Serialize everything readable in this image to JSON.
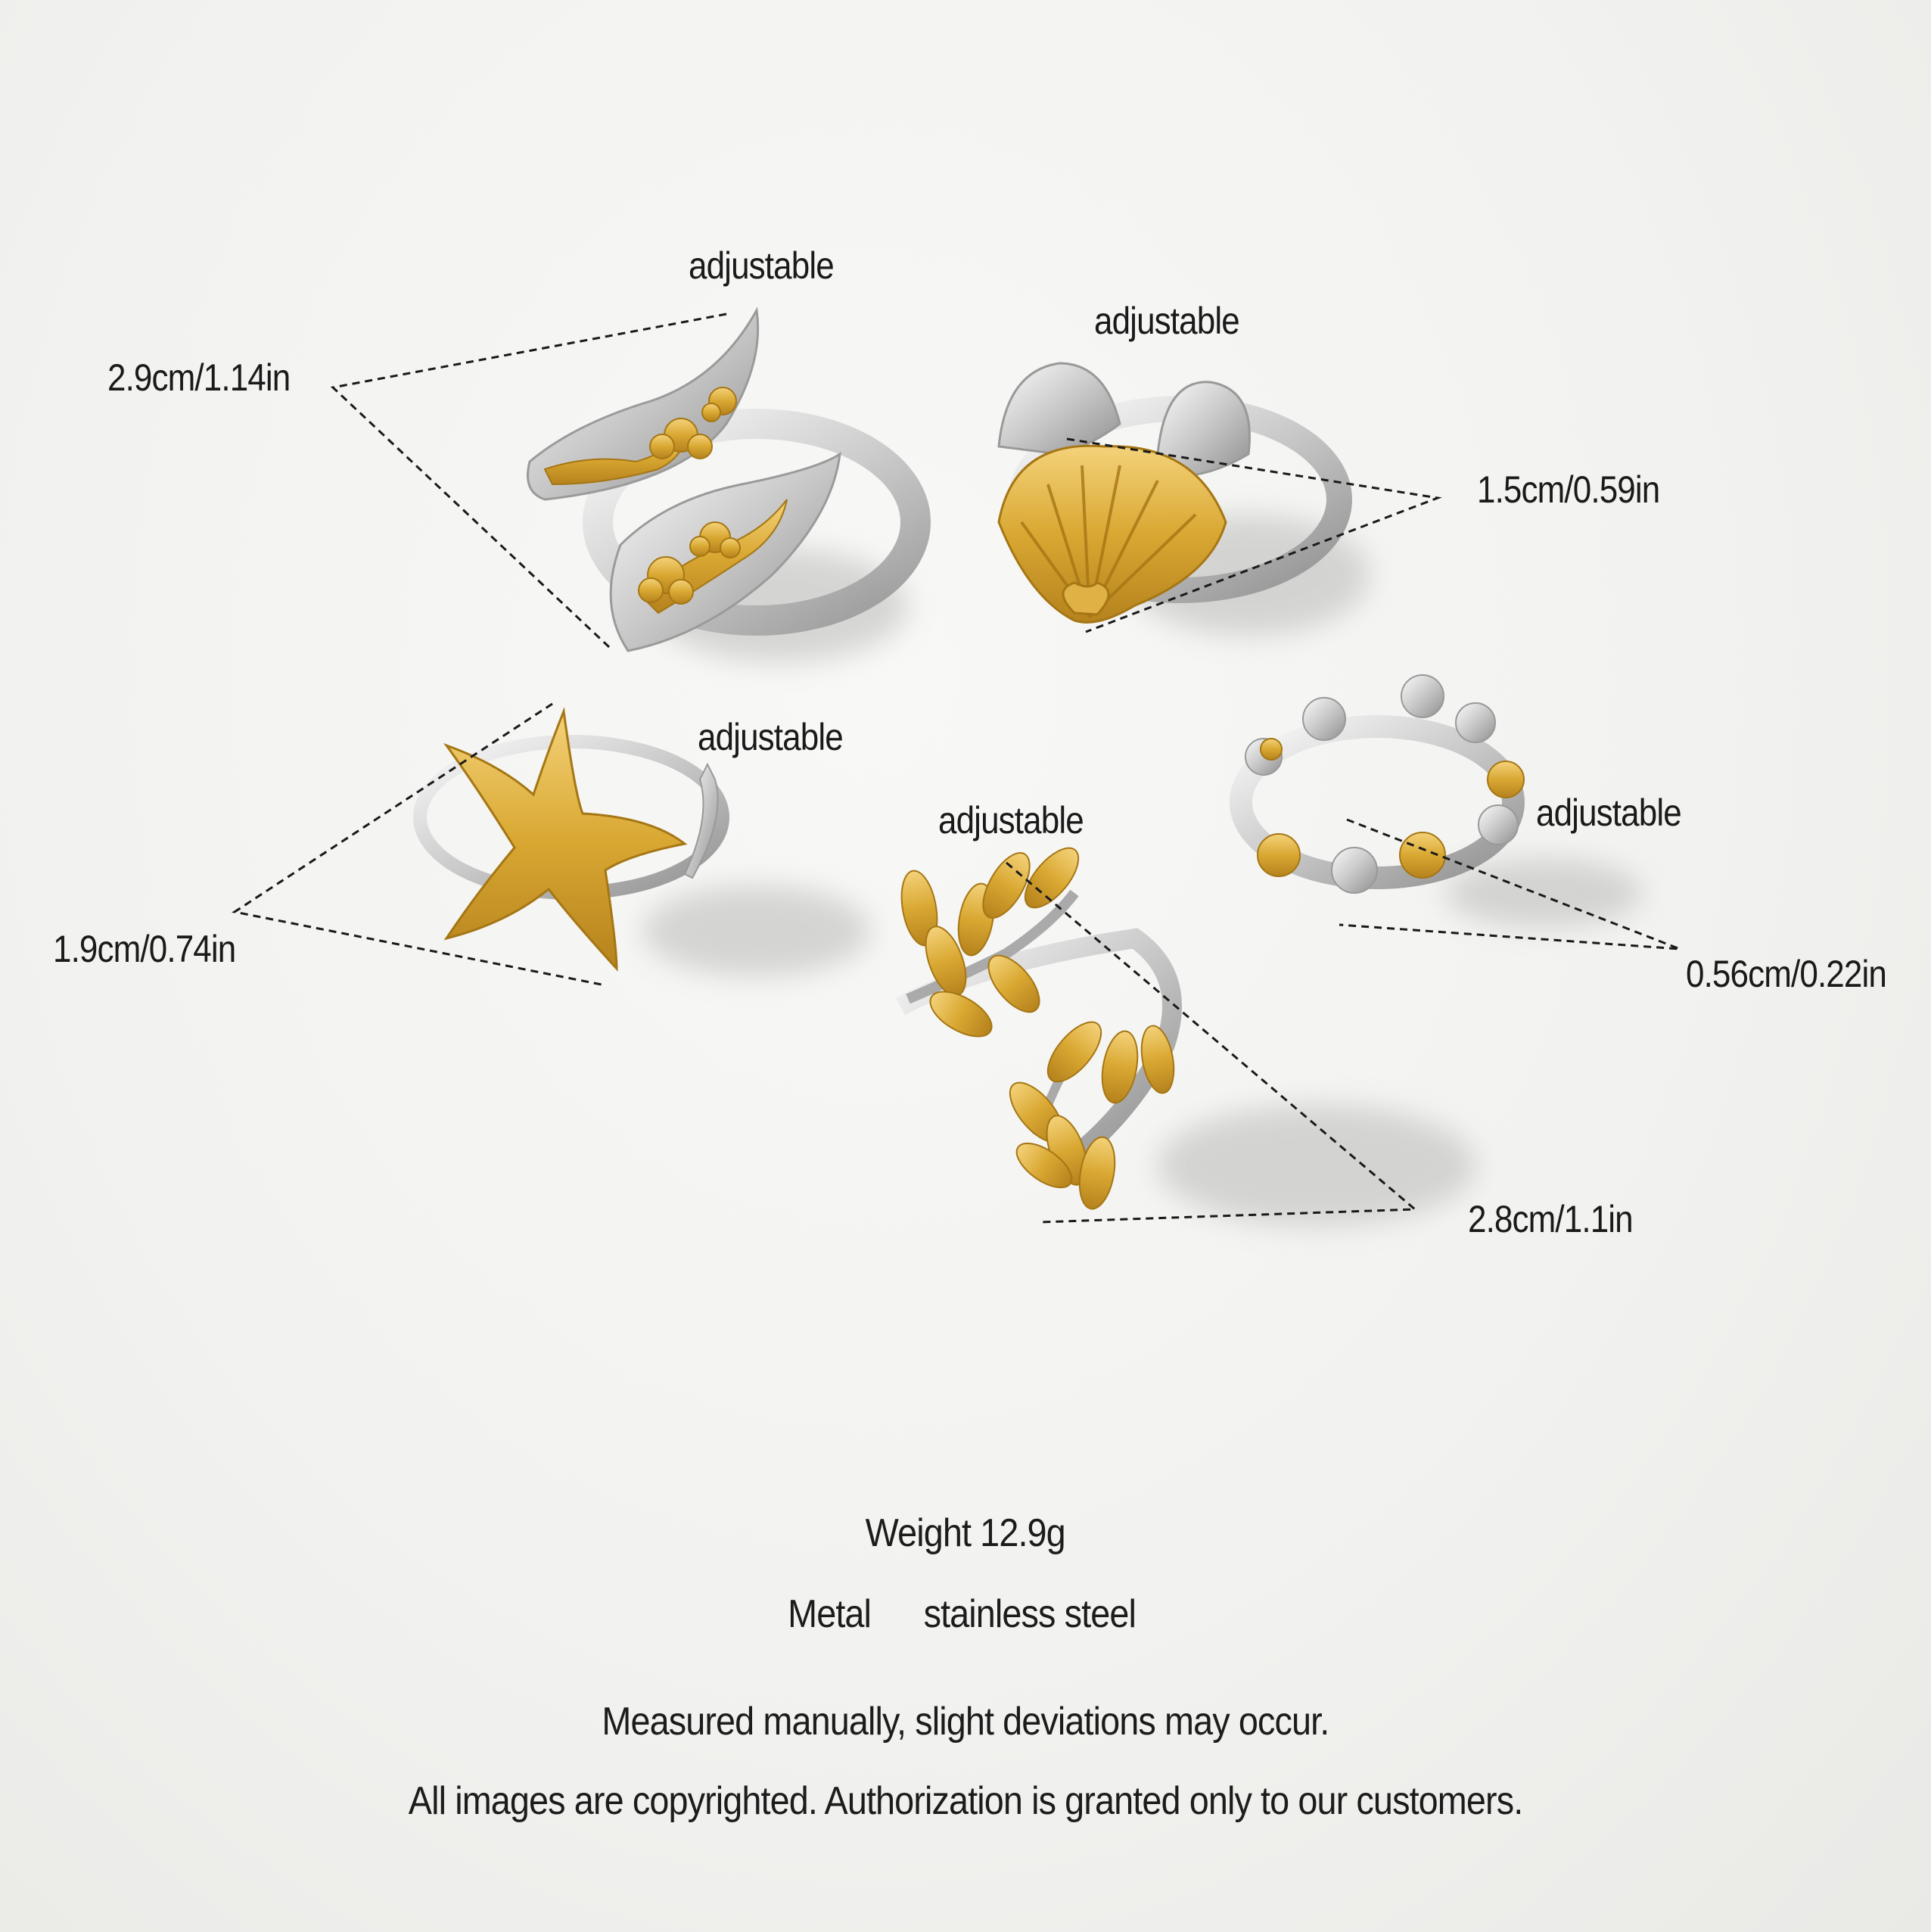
{
  "labels": {
    "adj_top": "adjustable",
    "dim_swirl": "2.9cm/1.14in",
    "adj_shell": "adjustable",
    "dim_shell": "1.5cm/0.59in",
    "adj_star": "adjustable",
    "dim_star": "1.9cm/0.74in",
    "adj_leaf": "adjustable",
    "dim_leaf": "2.8cm/1.1in",
    "adj_flower": "adjustable",
    "dim_flower": "0.56cm/0.22in"
  },
  "info": {
    "weight": "Weight 12.9g",
    "metal_label": "Metal",
    "metal_value": "stainless steel",
    "note": "Measured manually, slight deviations may occur.",
    "copyright": "All images are copyrighted. Authorization is granted only to our customers."
  },
  "colors": {
    "gold": "#d9a832",
    "silver": "#c9c9c9",
    "background": "#f1f1ef"
  }
}
